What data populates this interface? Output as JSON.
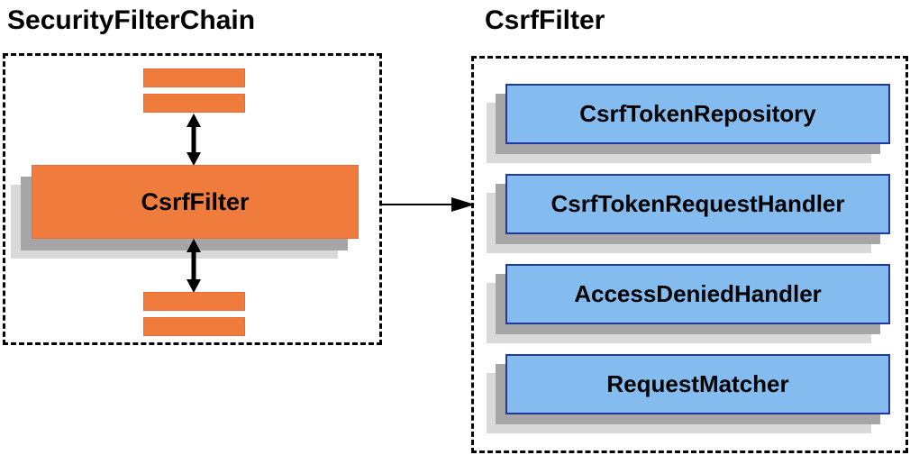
{
  "diagram": {
    "left_panel": {
      "title": "SecurityFilterChain",
      "filter_label": "CsrfFilter"
    },
    "right_panel": {
      "title": "CsrfFilter",
      "components": [
        "CsrfTokenRepository",
        "CsrfTokenRequestHandler",
        "AccessDeniedHandler",
        "RequestMatcher"
      ]
    },
    "colors": {
      "filter_fill": "#EF7B3C",
      "component_fill": "#85BCF0",
      "component_border": "#2038A0",
      "shadow_dark": "#A6A6A6",
      "shadow_light": "#D9D9D9",
      "outline": "#000000"
    }
  }
}
